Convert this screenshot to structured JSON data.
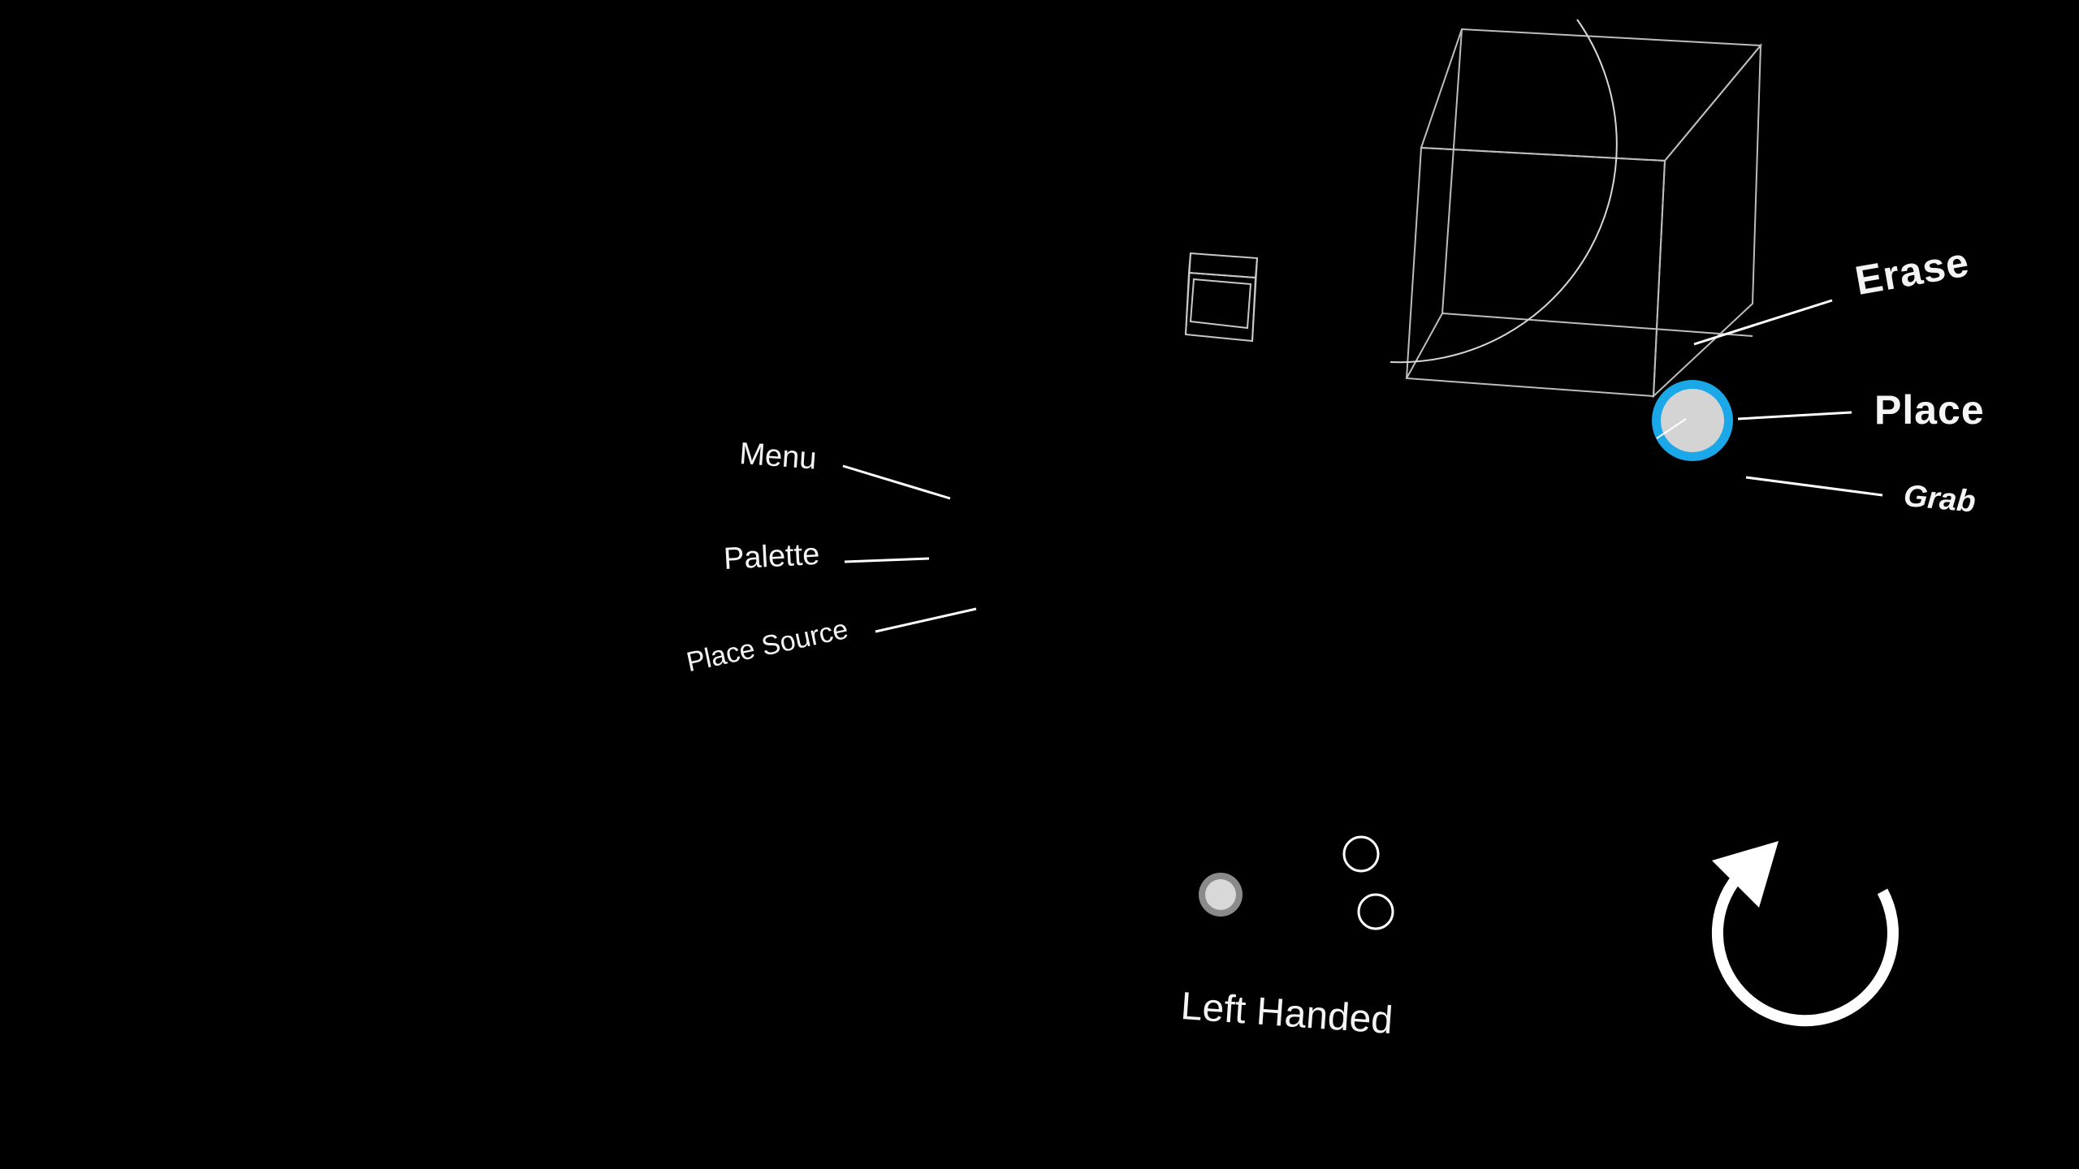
{
  "controller_labels": {
    "menu": "Menu",
    "palette": "Palette",
    "place_source": "Place Source",
    "erase": "Erase",
    "place": "Place",
    "grab": "Grab"
  },
  "settings": {
    "handedness_label": "Left Handed",
    "handedness_options": [
      {
        "selected": true
      },
      {
        "selected": false
      },
      {
        "selected": false
      }
    ]
  },
  "icons": {
    "reset": "circular-arrow-reset-icon",
    "small_cube": "wireframe-cube-icon",
    "large_cube": "wireframe-cube-icon",
    "trigger_button": "place-trigger-button"
  },
  "colors": {
    "background": "#000000",
    "text": "#f4f4f4",
    "wireframe": "#c8c8c8",
    "accent_ring": "#1aa8e8",
    "button_fill": "#d4d4d4"
  }
}
